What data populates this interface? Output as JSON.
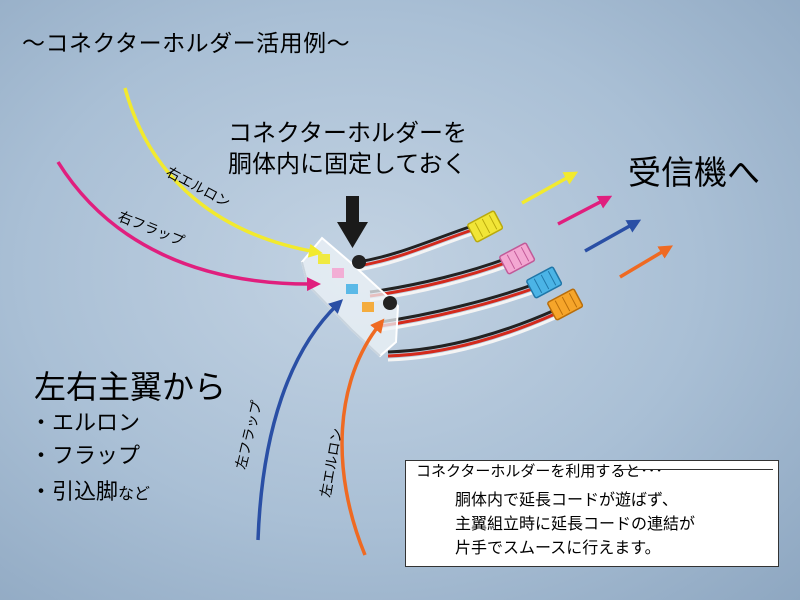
{
  "title": "〜コネクターホルダー活用例〜",
  "callout": [
    "コネクターホルダーを",
    "胴体内に固定しておく"
  ],
  "destination": "受信機へ",
  "source": {
    "heading": "左右主翼から",
    "items": [
      "・エルロン",
      "・フラップ",
      "・引込脚"
    ],
    "items_suffix": "など"
  },
  "wire_labels": {
    "right_aileron": "右エルロン",
    "right_flap": "右フラップ",
    "left_flap": "左フラップ",
    "left_aileron": "左エルロン"
  },
  "note": {
    "title": "コネクターホルダーを利用すると･･･",
    "lines": [
      "胴体内で延長コードが遊ばず、",
      "主翼組立時に延長コードの連結が",
      "片手でスムースに行えます。"
    ]
  },
  "colors": {
    "yellow": "#f2ea2e",
    "magenta": "#e01f7e",
    "blue": "#2a4fa5",
    "orange": "#ef6a22",
    "pointer": "#1a1a1a"
  }
}
